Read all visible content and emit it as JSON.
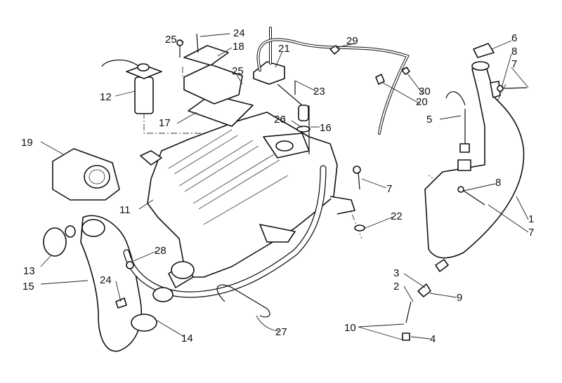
{
  "diagram": {
    "type": "exploded parts diagram",
    "callouts": [
      "25",
      "24",
      "18",
      "21",
      "29",
      "6",
      "8",
      "7",
      "12",
      "25",
      "23",
      "30",
      "20",
      "5",
      "17",
      "26",
      "16",
      "19",
      "7",
      "8",
      "11",
      "22",
      "1",
      "7",
      "28",
      "13",
      "3",
      "2",
      "9",
      "15",
      "24",
      "10",
      "4",
      "14",
      "27"
    ]
  }
}
